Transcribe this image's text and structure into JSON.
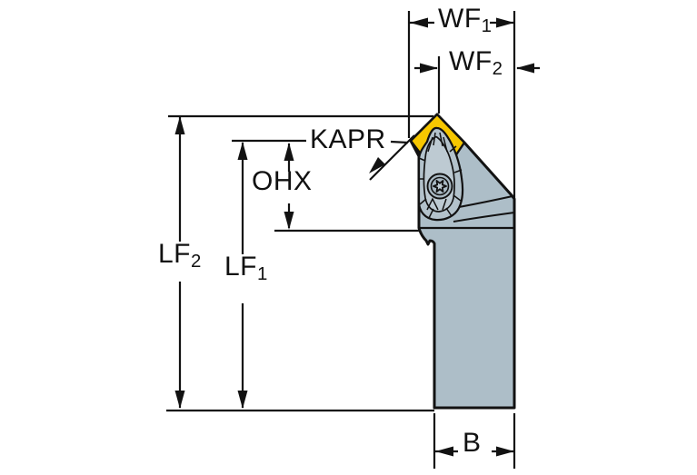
{
  "drawing": {
    "kind": "tool-holder-dimension-diagram",
    "colors": {
      "background": "#ffffff",
      "body": "#adbec8",
      "clamp": "#b3c2cb",
      "clamp_inner": "#bdcad2",
      "screw": "#a9b9c3",
      "insert": "#f7c700",
      "line": "#121212"
    },
    "labels": {
      "wf1": {
        "main": "WF",
        "sub": "1"
      },
      "wf2": {
        "main": "WF",
        "sub": "2"
      },
      "kapr": {
        "main": "KAPR",
        "sub": ""
      },
      "ohx": {
        "main": "OHX",
        "sub": ""
      },
      "lf2": {
        "main": "LF",
        "sub": "2"
      },
      "lf1": {
        "main": "LF",
        "sub": "1"
      },
      "b": {
        "main": "B",
        "sub": ""
      }
    }
  }
}
